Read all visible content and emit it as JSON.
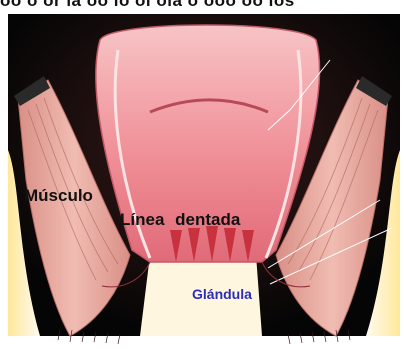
{
  "top_caption": "oo o or la oo lo oi ola o ooo oo los",
  "labels": {
    "muscle": "Músculo",
    "dentate_line": "Línea dentada",
    "gland": "Glándula"
  },
  "colors": {
    "label_dark": "#111111",
    "label_gland": "#2d2db8",
    "mucosa": "#f2a3a8",
    "muscle": "#e9b0a4",
    "fat": "#fff3cf"
  }
}
